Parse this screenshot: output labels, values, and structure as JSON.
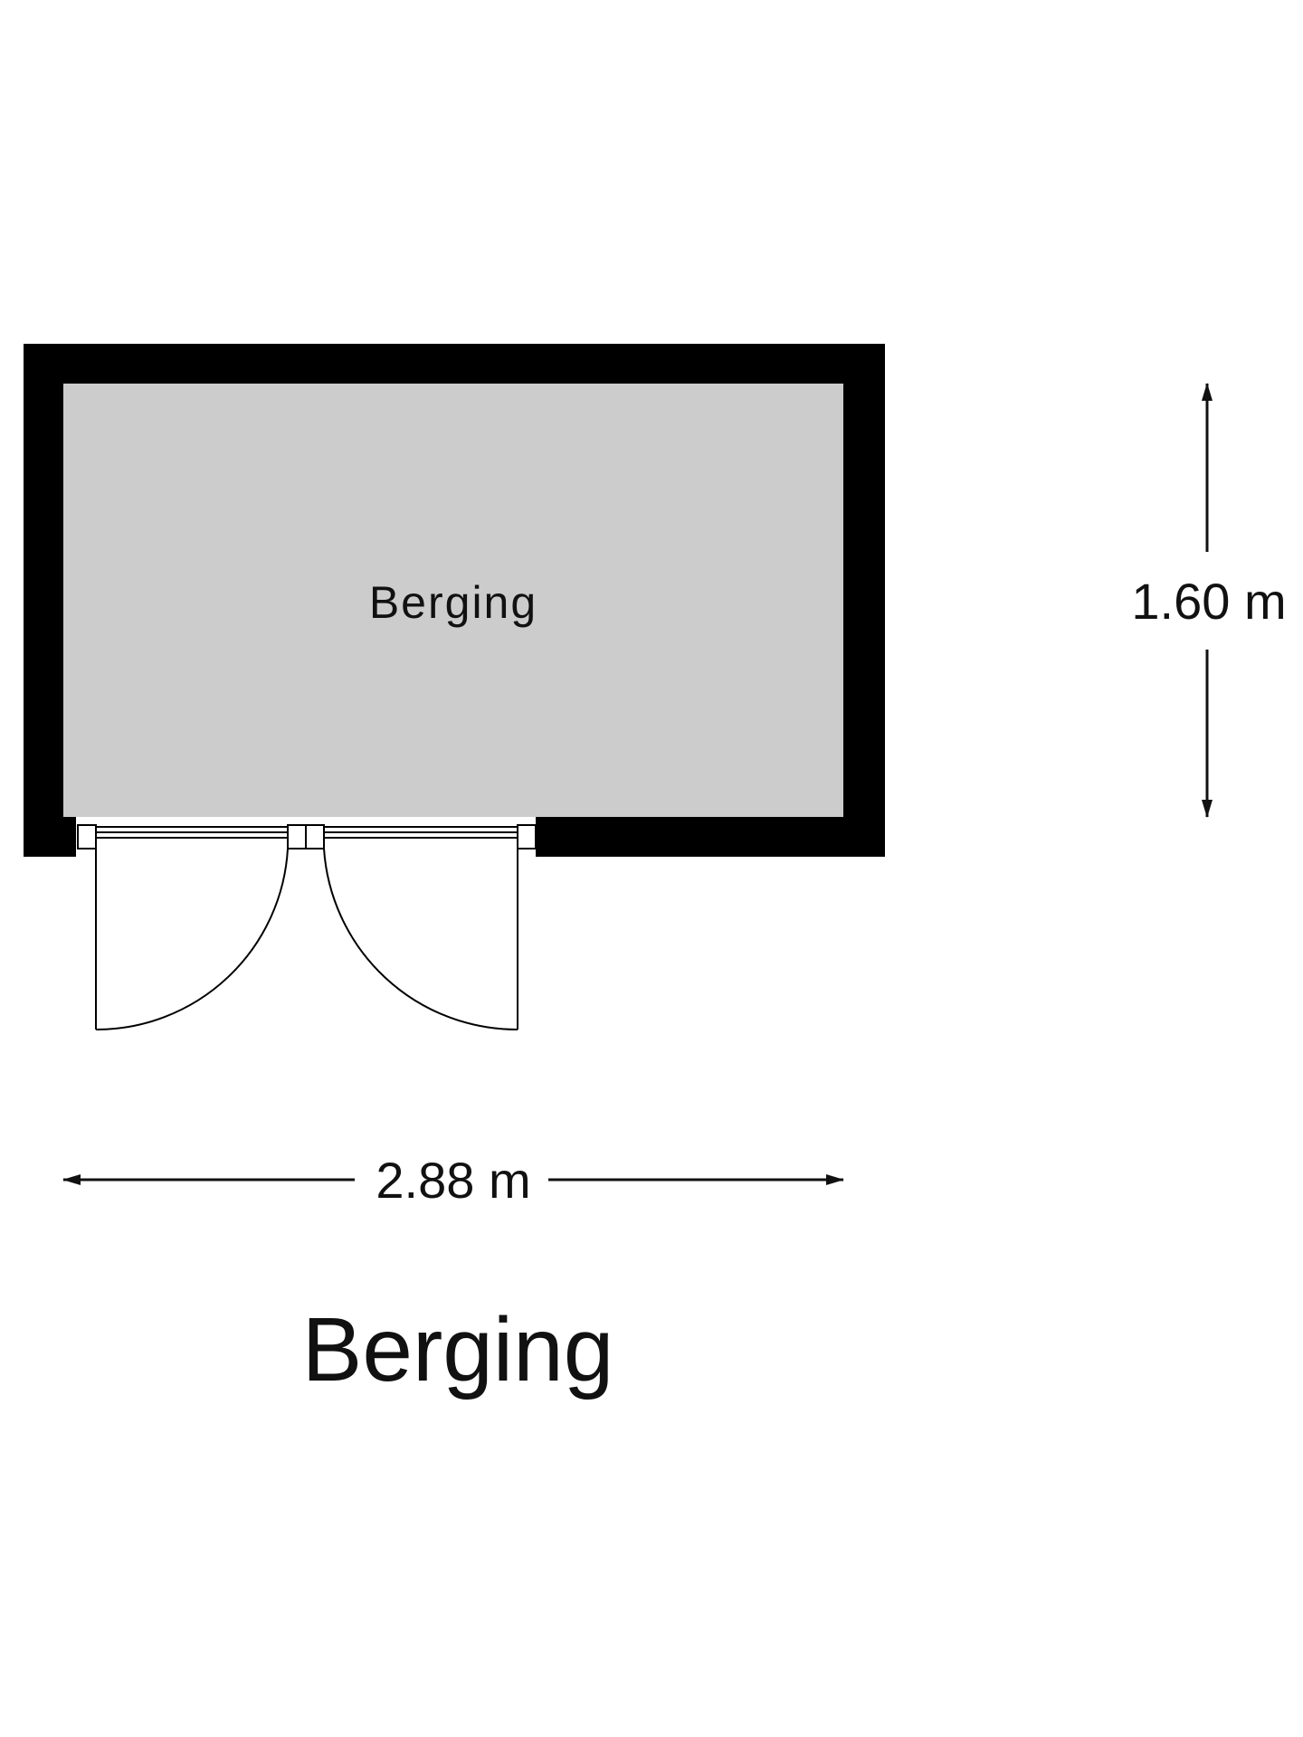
{
  "room": {
    "label": "Berging",
    "fill_color": "#cccccc",
    "wall_color": "#000000"
  },
  "dimensions": {
    "width_label": "2.88 m",
    "height_label": "1.60 m"
  },
  "title": "Berging"
}
